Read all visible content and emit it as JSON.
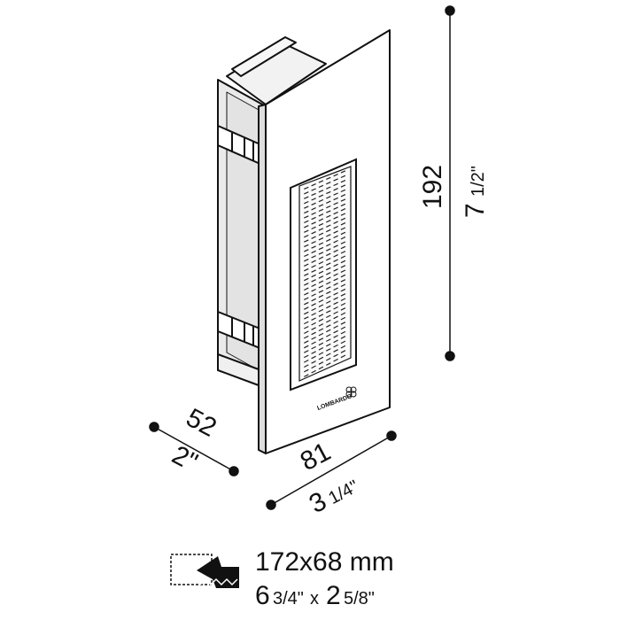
{
  "dimensions": {
    "height": {
      "mm": "192",
      "inch_whole": "7",
      "inch_fraction": "1/2\""
    },
    "width": {
      "mm": "81",
      "inch_whole": "3",
      "inch_fraction": "1/4\""
    },
    "depth": {
      "mm": "52",
      "inch": "2\""
    }
  },
  "cutout": {
    "mm": "172x68 mm",
    "inch_a_whole": "6",
    "inch_a_fraction": "3/4\"",
    "separator": "x",
    "inch_b_whole": "2",
    "inch_b_fraction": "5/8\""
  },
  "brand": {
    "logo_text": "LOMBARDO"
  },
  "icons": {
    "cutout": "recess-cutout-icon",
    "logo": "brand-logo-icon"
  },
  "colors": {
    "stroke": "#111111",
    "housing_fill": "#eeeeee",
    "plate_fill": "#ffffff"
  }
}
